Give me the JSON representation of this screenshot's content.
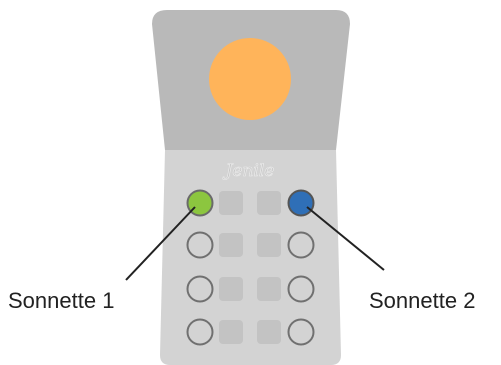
{
  "device": {
    "brand": "Jenile",
    "colors": {
      "top_panel": "#b9b9b9",
      "bottom_panel": "#d3d3d3",
      "lamp": "#ffb45a",
      "small_button": "#c3c3c3",
      "round_button_ring": "#707070",
      "green_button": "#8cc63f",
      "blue_button": "#2f6fb7"
    },
    "round_buttons": [
      {
        "row": 1,
        "side": "left",
        "state": "green"
      },
      {
        "row": 1,
        "side": "right",
        "state": "blue"
      },
      {
        "row": 2,
        "side": "left",
        "state": "empty"
      },
      {
        "row": 2,
        "side": "right",
        "state": "empty"
      },
      {
        "row": 3,
        "side": "left",
        "state": "empty"
      },
      {
        "row": 3,
        "side": "right",
        "state": "empty"
      },
      {
        "row": 4,
        "side": "left",
        "state": "empty"
      },
      {
        "row": 4,
        "side": "right",
        "state": "empty"
      }
    ]
  },
  "callouts": {
    "left": "Sonnette 1",
    "right": "Sonnette 2"
  }
}
